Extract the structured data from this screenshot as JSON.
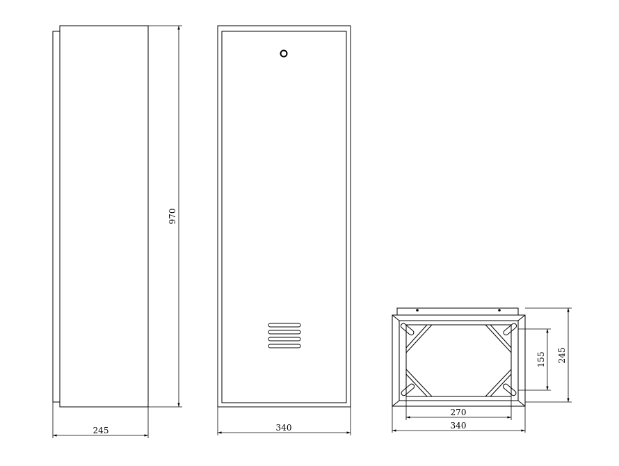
{
  "side_view": {
    "height_label": "970",
    "depth_label": "245"
  },
  "front_view": {
    "width_label": "340"
  },
  "bottom_view": {
    "inner_width_label": "270",
    "outer_width_label": "340",
    "inner_depth_label": "155",
    "outer_depth_label": "245"
  }
}
